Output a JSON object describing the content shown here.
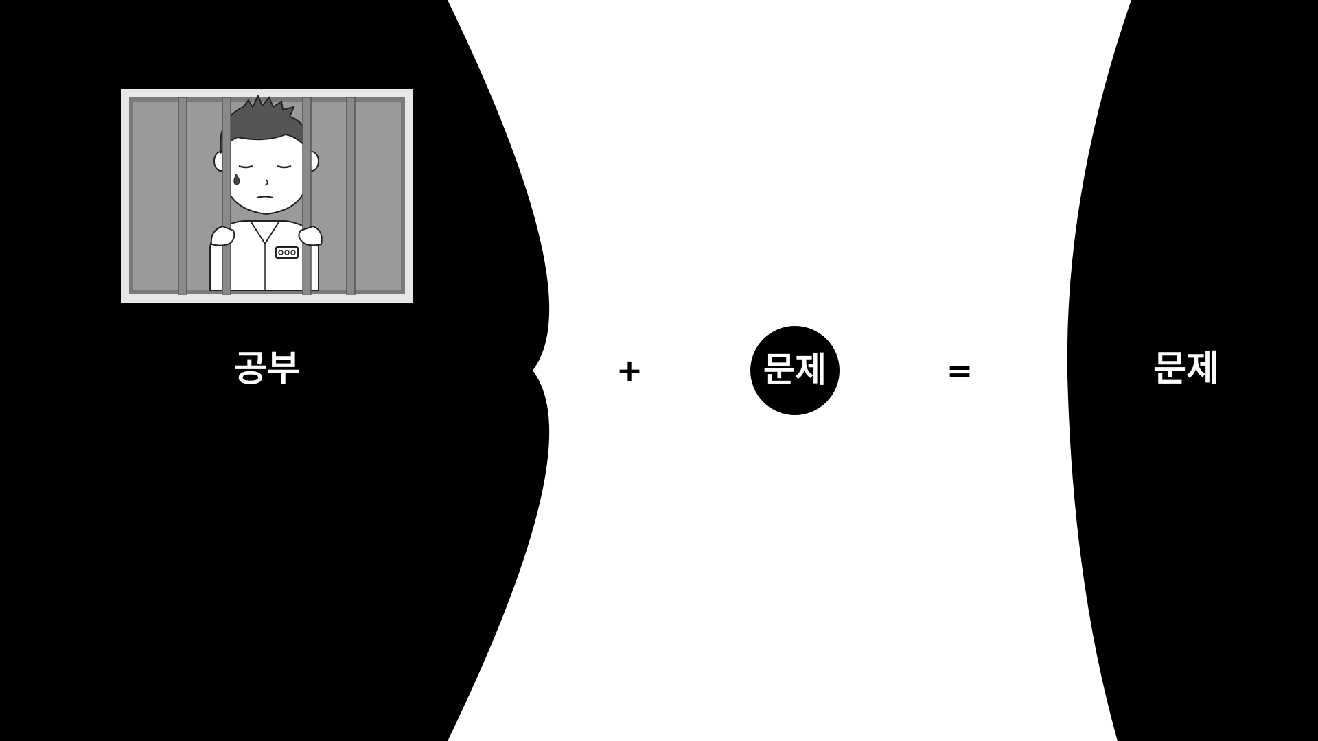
{
  "slide": {
    "left_word": "공부",
    "operator_plus": "+",
    "center_word": "문제",
    "operator_equals": "=",
    "right_word": "문제"
  },
  "colors": {
    "background": "#ffffff",
    "shape_fill": "#000000",
    "text_on_dark": "#ffffff",
    "text_on_light": "#000000"
  },
  "illustration": {
    "subject": "prisoner-behind-bars-icon"
  }
}
